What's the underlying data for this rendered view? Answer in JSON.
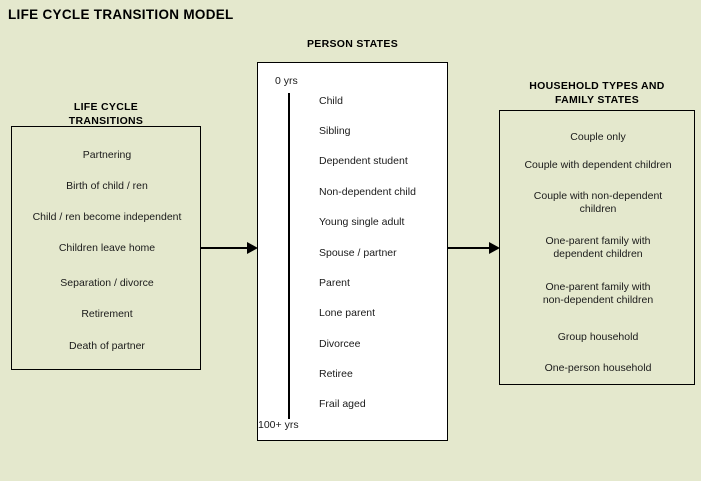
{
  "title": "LIFE CYCLE TRANSITION MODEL",
  "colors": {
    "background": "#e4e8cd",
    "box_border": "#000000",
    "person_box_fill": "#ffffff",
    "text": "#1a1a1a"
  },
  "panels": {
    "transitions": {
      "header": "LIFE CYCLE\nTRANSITIONS",
      "header_line1": "LIFE CYCLE",
      "header_line2": "TRANSITIONS",
      "items": [
        "Partnering",
        "Birth of child / ren",
        "Child / ren become independent",
        "Children leave home",
        "Separation / divorce",
        "Retirement",
        "Death of partner"
      ]
    },
    "person_states": {
      "header": "PERSON STATES",
      "age_start": "0 yrs",
      "age_end": "100+ yrs",
      "items": [
        "Child",
        "Sibling",
        "Dependent student",
        "Non-dependent child",
        "Young single adult",
        "Spouse / partner",
        "Parent",
        "Lone parent",
        "Divorcee",
        "Retiree",
        "Frail aged"
      ]
    },
    "household": {
      "header_line1": "HOUSEHOLD TYPES AND",
      "header_line2": "FAMILY STATES",
      "items": [
        "Couple only",
        "Couple with dependent children",
        "Couple with non-dependent\nchildren",
        "One-parent family with\ndependent children",
        "One-parent family with\nnon-dependent children",
        "Group household",
        "One-person household"
      ]
    }
  },
  "arrows": [
    {
      "name": "transitions-to-person-states",
      "direction": "right"
    },
    {
      "name": "person-states-to-household",
      "direction": "right"
    }
  ]
}
